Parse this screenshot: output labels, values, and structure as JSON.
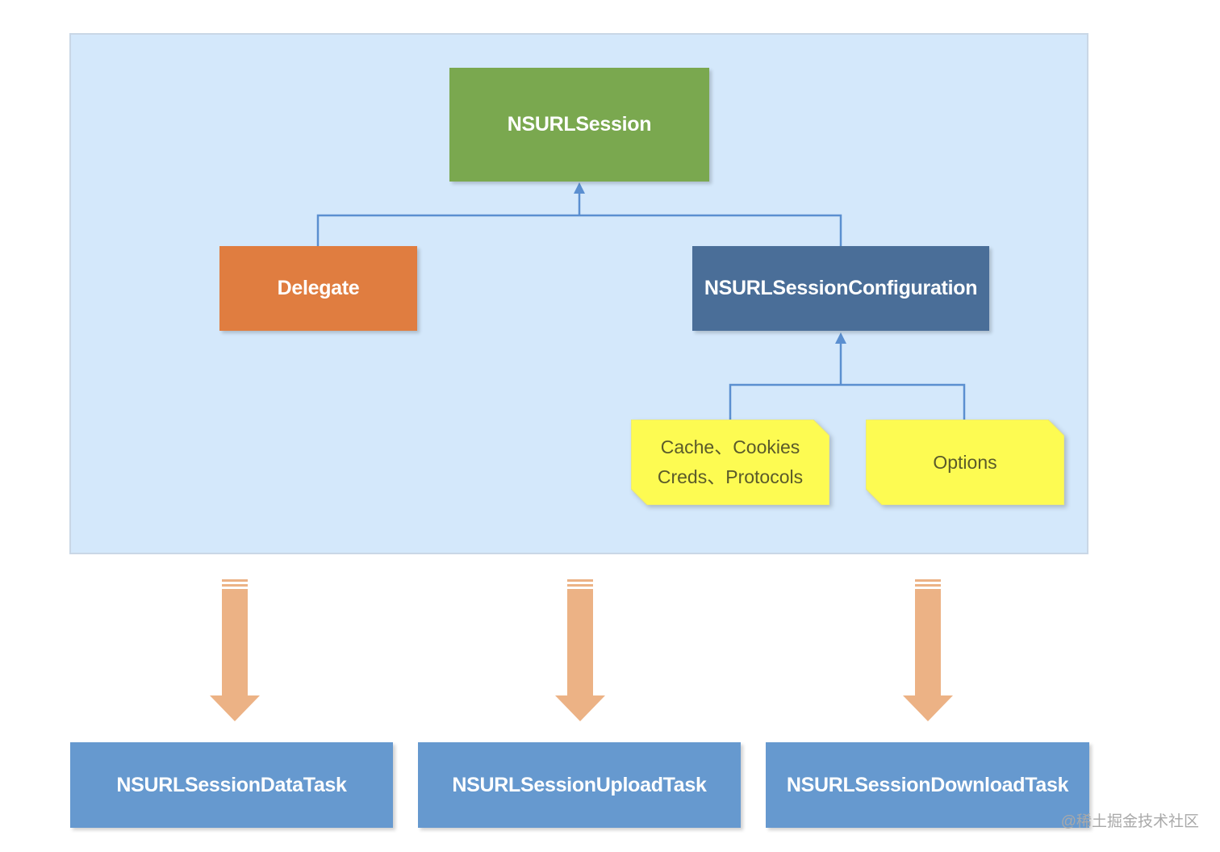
{
  "colors": {
    "panel": "#d4e8fb",
    "session": "#7aa84f",
    "delegate": "#e07d40",
    "configuration": "#4a6e98",
    "note": "#fdfb52",
    "task": "#6699cf",
    "connector": "#5b8fd0",
    "flow_arrow": "#ecb285"
  },
  "nodes": {
    "session": "NSURLSession",
    "delegate": "Delegate",
    "configuration": "NSURLSessionConfiguration",
    "note_left_line1": "Cache、Cookies",
    "note_left_line2": "Creds、Protocols",
    "note_right": "Options"
  },
  "tasks": {
    "data": "NSURLSessionDataTask",
    "upload": "NSURLSessionUploadTask",
    "download": "NSURLSessionDownloadTask"
  },
  "edges": [
    {
      "from": "delegate",
      "to": "session"
    },
    {
      "from": "configuration",
      "to": "session"
    },
    {
      "from": "note_left",
      "to": "configuration"
    },
    {
      "from": "note_right",
      "to": "configuration"
    },
    {
      "from": "panel",
      "to": "tasks.data"
    },
    {
      "from": "panel",
      "to": "tasks.upload"
    },
    {
      "from": "panel",
      "to": "tasks.download"
    }
  ],
  "watermark": "@稀土掘金技术社区"
}
